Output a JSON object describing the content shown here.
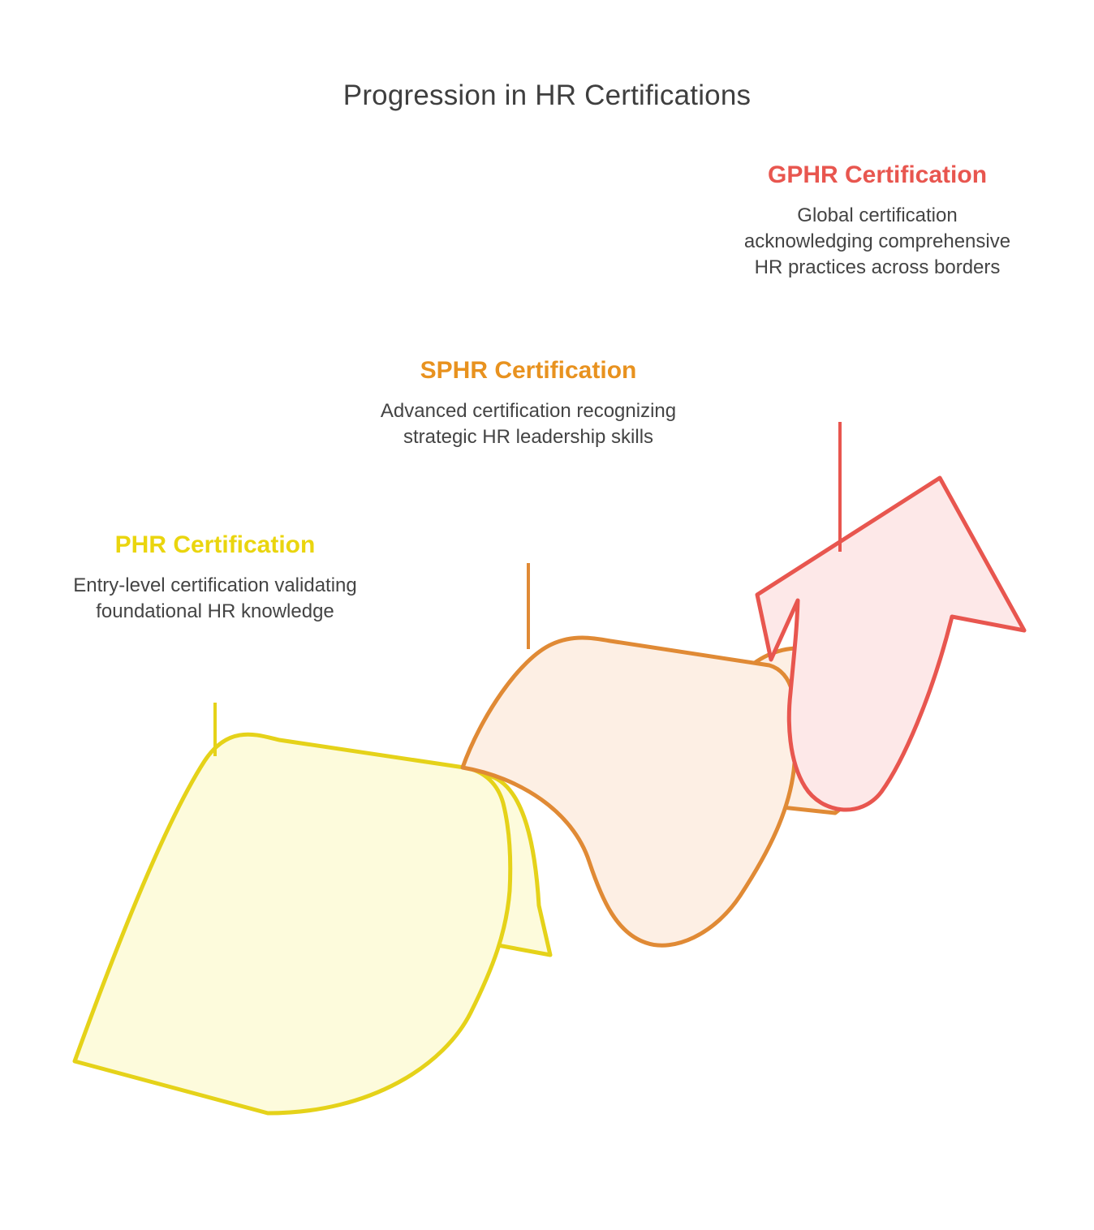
{
  "page": {
    "title": "Progression in HR Certifications",
    "background_color": "#ffffff"
  },
  "chart_data": {
    "type": "diagram",
    "subtype": "upward-folded-ribbon-arrow",
    "title": "Progression in HR Certifications",
    "direction": "ascending left-to-right, arrowhead pointing up-right",
    "stages": [
      {
        "order": 1,
        "key": "phr",
        "heading": "PHR Certification",
        "description": "Entry-level certification validating foundational HR knowledge",
        "accent_color": "#EAD50E",
        "stroke_color": "#E5D219",
        "fill_color": "#FDFBDC",
        "level": "entry"
      },
      {
        "order": 2,
        "key": "sphr",
        "heading": "SPHR Certification",
        "description": "Advanced certification recognizing strategic HR leadership skills",
        "accent_color": "#E8921F",
        "stroke_color": "#E08A35",
        "fill_color": "#FDEFE4",
        "level": "advanced"
      },
      {
        "order": 3,
        "key": "gphr",
        "heading": "GPHR Certification",
        "description": "Global certification acknowledging comprehensive HR practices across borders",
        "accent_color": "#E8564F",
        "stroke_color": "#E8564F",
        "fill_color": "#FDE8E8",
        "level": "global"
      }
    ]
  },
  "stages": {
    "phr": {
      "heading": "PHR Certification",
      "description": "Entry-level certification validating foundational HR knowledge"
    },
    "sphr": {
      "heading": "SPHR Certification",
      "description": "Advanced certification recognizing strategic HR leadership skills"
    },
    "gphr": {
      "heading": "GPHR Certification",
      "description": "Global certification acknowledging comprehensive HR practices across borders"
    }
  },
  "colors": {
    "title_text": "#3f3f3f",
    "body_text": "#444444",
    "yellow_accent": "#EAD50E",
    "yellow_stroke": "#E5D219",
    "yellow_fill": "#FDFBDC",
    "orange_accent": "#E8921F",
    "orange_stroke": "#E08A35",
    "orange_fill": "#FDEFE4",
    "red_accent": "#E8564F",
    "red_stroke": "#E8564F",
    "red_fill": "#FDE8E8"
  }
}
